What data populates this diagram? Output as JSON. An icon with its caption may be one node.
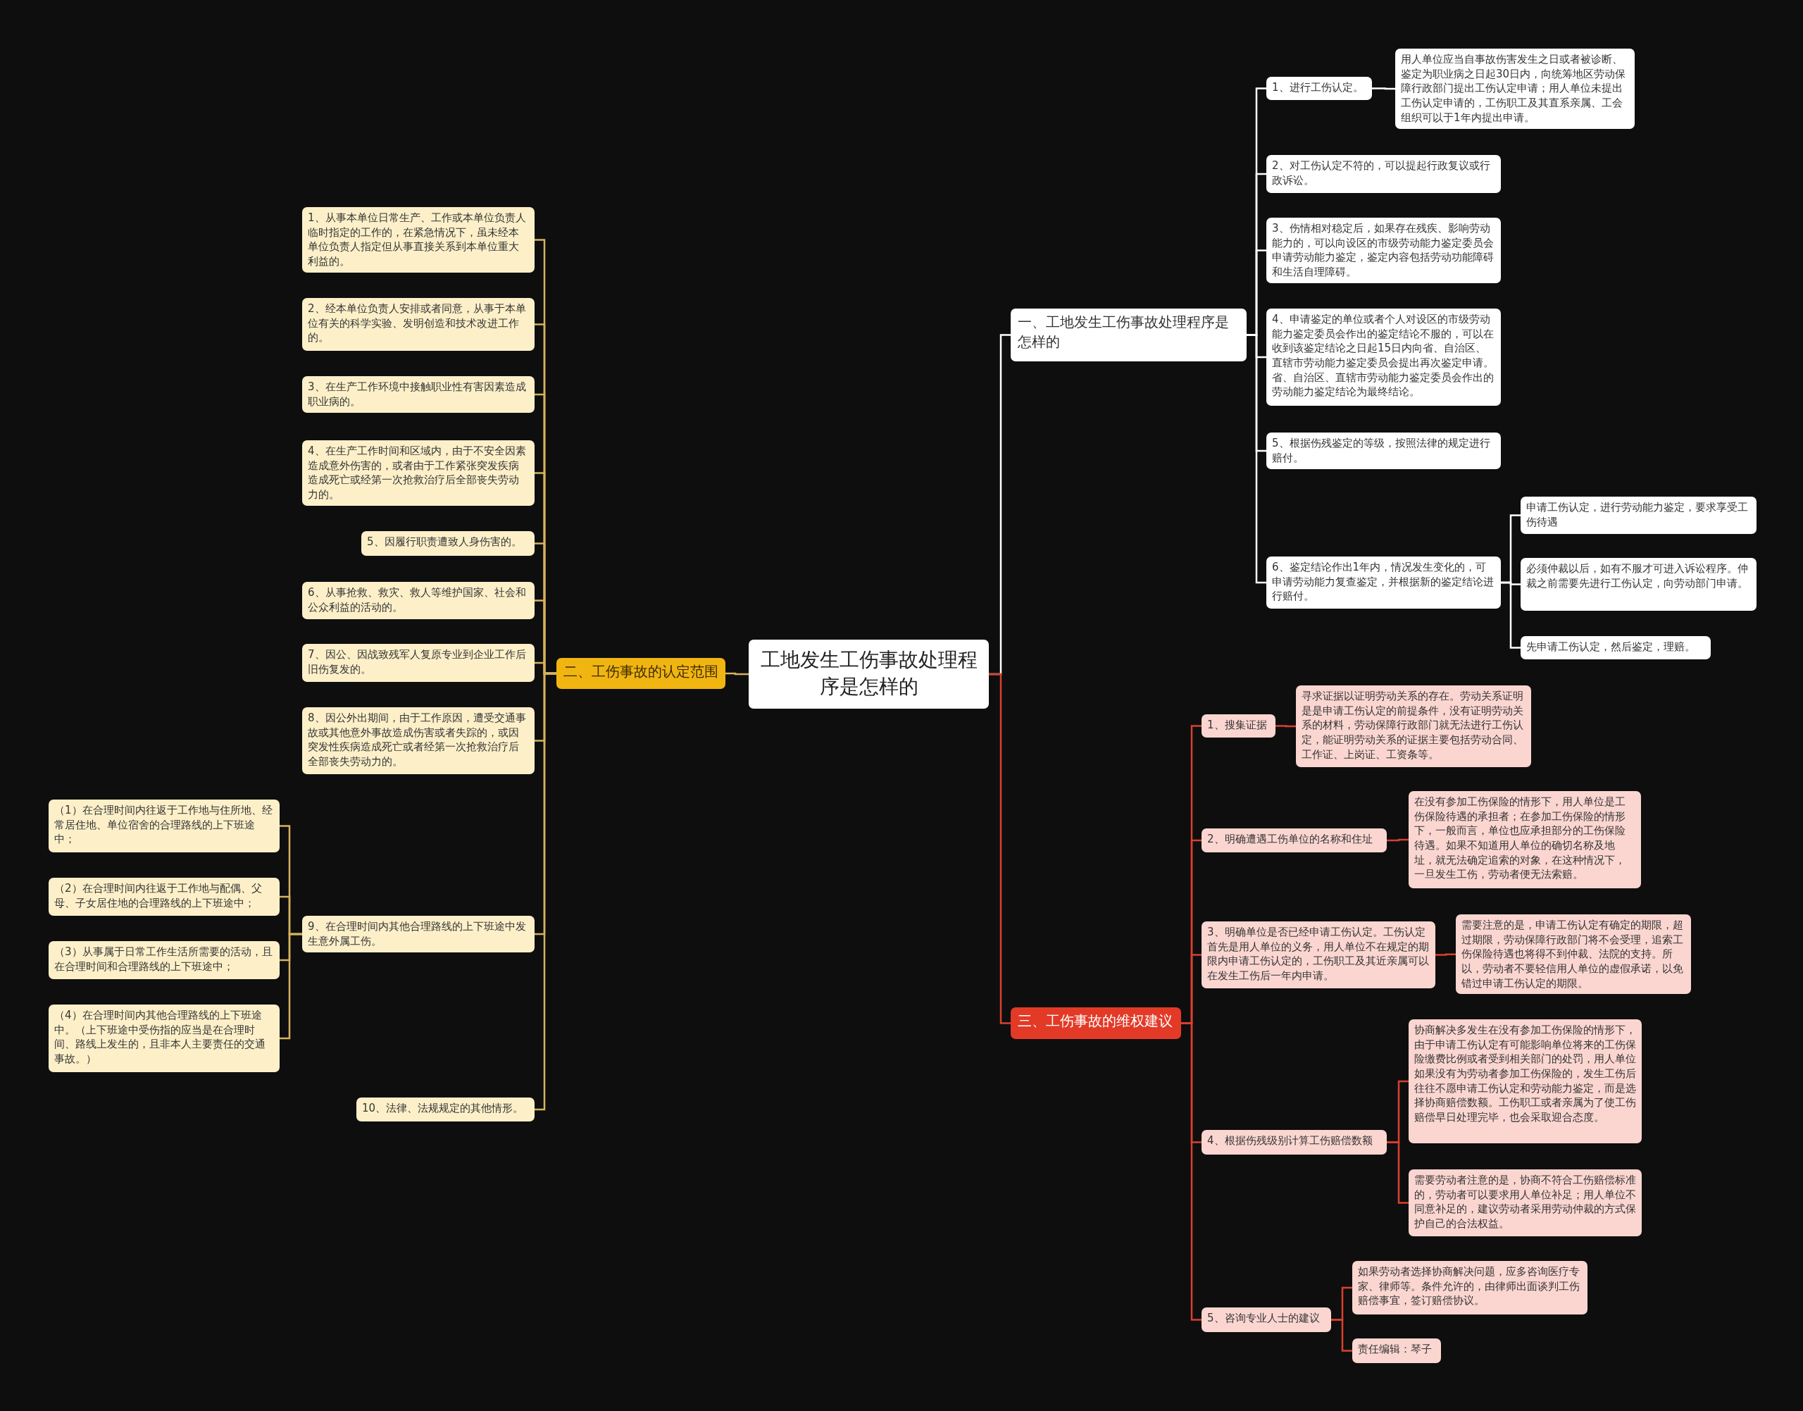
{
  "diagram": {
    "nodes": [
      {
        "text": [
          "工地发生工伤事故处理程序是怎样的"
        ]
      },
      {
        "text": [
          "一、工地发生工伤事故处理程序是怎样的"
        ]
      },
      {
        "text": [
          "1、进行工伤认定。"
        ]
      },
      {
        "text": [
          "用人单位应当自事故伤害发生之日或者被诊断、鉴定为职业病之日起30日内，向统筹地区劳动保障行政部门提出工伤认定申请；用人单位未提出工伤认定申请的，工伤职工及其直系亲属、工会组织可以于1年内提出申请。"
        ]
      },
      {
        "text": [
          "2、对工伤认定不符的，可以提起行政复议或行政诉讼。"
        ]
      },
      {
        "text": [
          "3、伤情相对稳定后，如果存在残疾、影响劳动能力的，可以向设区的市级劳动能力鉴定委员会申请劳动能力鉴定，鉴定内容包括劳动功能障碍和生活自理障碍。"
        ]
      },
      {
        "text": [
          "4、申请鉴定的单位或者个人对设区的市级劳动能力鉴定委员会作出的鉴定结论不服的，可以在收到该鉴定结论之日起15日内向省、自治区、直辖市劳动能力鉴定委员会提出再次鉴定申请。省、自治区、直辖市劳动能力鉴定委员会作出的劳动能力鉴定结论为最终结论。"
        ]
      },
      {
        "text": [
          "5、根据伤残鉴定的等级，按照法律的规定进行赔付。"
        ]
      },
      {
        "text": [
          "6、鉴定结论作出1年内，情况发生变化的，可申请劳动能力复查鉴定，并根据新的鉴定结论进行赔付。"
        ]
      },
      {
        "text": [
          "申请工伤认定，进行劳动能力鉴定，要求享受工伤待遇"
        ]
      },
      {
        "text": [
          "必须仲裁以后，如有不服才可进入诉讼程序。仲裁之前需要先进行工伤认定，向劳动部门申请。"
        ]
      },
      {
        "text": [
          "先申请工伤认定，然后鉴定，理赔。"
        ]
      },
      {
        "text": [
          "二、工伤事故的认定范围"
        ]
      },
      {
        "text": [
          "1、从事本单位日常生产、工作或本单位负责人临时指定的工作的，在紧急情况下，虽未经本单位负责人指定但从事直接关系到本单位重大利益的。"
        ]
      },
      {
        "text": [
          "2、经本单位负责人安排或者同意，从事于本单位有关的科学实验、发明创造和技术改进工作的。"
        ]
      },
      {
        "text": [
          "3、在生产工作环境中接触职业性有害因素造成职业病的。"
        ]
      },
      {
        "text": [
          "4、在生产工作时间和区域内，由于不安全因素造成意外伤害的，或者由于工作紧张突发疾病造成死亡或经第一次抢救治疗后全部丧失劳动力的。"
        ]
      },
      {
        "text": [
          "5、因履行职责遭致人身伤害的。"
        ]
      },
      {
        "text": [
          "6、从事抢救、救灾、救人等维护国家、社会和公众利益的活动的。"
        ]
      },
      {
        "text": [
          "7、因公、因战致残军人复原专业到企业工作后旧伤复发的。"
        ]
      },
      {
        "text": [
          "8、因公外出期间，由于工作原因，遭受交通事故或其他意外事故造成伤害或者失踪的，或因突发性疾病造成死亡或者经第一次抢救治疗后全部丧失劳动力的。"
        ]
      },
      {
        "text": [
          "9、在合理时间内其他合理路线的上下班途中发生意外属工伤。"
        ]
      },
      {
        "text": [
          "（1）在合理时间内往返于工作地与住所地、经常居住地、单位宿舍的合理路线的上下班途中；"
        ]
      },
      {
        "text": [
          "（2）在合理时间内往返于工作地与配偶、父母、子女居住地的合理路线的上下班途中；"
        ]
      },
      {
        "text": [
          "（3）从事属于日常工作生活所需要的活动，且在合理时间和合理路线的上下班途中；"
        ]
      },
      {
        "text": [
          "（4）在合理时间内其他合理路线的上下班途中。（上下班途中受伤指的应当是在合理时间、路线上发生的，且非本人主要责任的交通事故。）"
        ]
      },
      {
        "text": [
          "10、法律、法规规定的其他情形。"
        ]
      },
      {
        "text": [
          "三、工伤事故的维权建议"
        ]
      },
      {
        "text": [
          "1、搜集证据"
        ]
      },
      {
        "text": [
          "寻求证据以证明劳动关系的存在。劳动关系证明是是申请工伤认定的前提条件，没有证明劳动关系的材料，劳动保障行政部门就无法进行工伤认定，能证明劳动关系的证据主要包括劳动合同、工作证、上岗证、工资条等。"
        ]
      },
      {
        "text": [
          "2、明确遭遇工伤单位的名称和住址"
        ]
      },
      {
        "text": [
          "在没有参加工伤保险的情形下，用人单位是工伤保险待遇的承担者；在参加工伤保险的情形下，一般而言，单位也应承担部分的工伤保险待遇。如果不知道用人单位的确切名称及地址，就无法确定追索的对象，在这种情况下，一旦发生工伤，劳动者便无法索赔。"
        ]
      },
      {
        "text": [
          "3、明确单位是否已经申请工伤认定。工伤认定首先是用人单位的义务，用人单位不在规定的期限内申请工伤认定的，工伤职工及其近亲属可以在发生工伤后一年内申请。"
        ]
      },
      {
        "text": [
          "需要注意的是，申请工伤认定有确定的期限，超过期限，劳动保障行政部门将不会受理，追索工伤保险待遇也将得不到仲裁、法院的支持。所以，劳动者不要轻信用人单位的虚假承诺，以免错过申请工伤认定的期限。"
        ]
      },
      {
        "text": [
          "4、根据伤残级别计算工伤赔偿数额"
        ]
      },
      {
        "text": [
          "协商解决多发生在没有参加工伤保险的情形下，由于申请工伤认定有可能影响单位将来的工伤保险缴费比例或者受到相关部门的处罚，用人单位如果没有为劳动者参加工伤保险的，发生工伤后往往不愿申请工伤认定和劳动能力鉴定，而是选择协商赔偿数额。工伤职工或者亲属为了使工伤赔偿早日处理完毕，也会采取迎合态度。"
        ]
      },
      {
        "text": [
          "需要劳动者注意的是，协商不符合工伤赔偿标准的，劳动者可以要求用人单位补足；用人单位不同意补足的，建议劳动者采用劳动仲裁的方式保护自己的合法权益。"
        ]
      },
      {
        "text": [
          "5、咨询专业人士的建议"
        ]
      },
      {
        "text": [
          "如果劳动者选择协商解决问题，应多咨询医疗专家、律师等。条件允许的，由律师出面谈判工伤赔偿事宜，签订赔偿协议。"
        ]
      },
      {
        "text": [
          "责任编辑：琴子"
        ]
      }
    ],
    "edges": [
      {
        "from": 0,
        "to": 1,
        "arrow": "none",
        "color": "#ffffff"
      },
      {
        "from": 1,
        "to": 2,
        "arrow": "none",
        "color": "#ffffff"
      },
      {
        "from": 2,
        "to": 3,
        "arrow": "none",
        "color": "#ffffff"
      },
      {
        "from": 1,
        "to": 4,
        "arrow": "none",
        "color": "#ffffff"
      },
      {
        "from": 1,
        "to": 5,
        "arrow": "none",
        "color": "#ffffff"
      },
      {
        "from": 1,
        "to": 6,
        "arrow": "none",
        "color": "#ffffff"
      },
      {
        "from": 1,
        "to": 7,
        "arrow": "none",
        "color": "#ffffff"
      },
      {
        "from": 1,
        "to": 8,
        "arrow": "none",
        "color": "#ffffff"
      },
      {
        "from": 8,
        "to": 9,
        "arrow": "none",
        "color": "#ffffff"
      },
      {
        "from": 8,
        "to": 10,
        "arrow": "none",
        "color": "#ffffff"
      },
      {
        "from": 8,
        "to": 11,
        "arrow": "none",
        "color": "#ffffff"
      },
      {
        "from": 0,
        "to": 12,
        "arrow": "none"
      },
      {
        "from": 12,
        "to": 13,
        "arrow": "none"
      },
      {
        "from": 12,
        "to": 14,
        "arrow": "none"
      },
      {
        "from": 12,
        "to": 15,
        "arrow": "none"
      },
      {
        "from": 12,
        "to": 16,
        "arrow": "none"
      },
      {
        "from": 12,
        "to": 17,
        "arrow": "none"
      },
      {
        "from": 12,
        "to": 18,
        "arrow": "none"
      },
      {
        "from": 12,
        "to": 19,
        "arrow": "none"
      },
      {
        "from": 12,
        "to": 20,
        "arrow": "none"
      },
      {
        "from": 12,
        "to": 21,
        "arrow": "none"
      },
      {
        "from": 21,
        "to": 22,
        "arrow": "none"
      },
      {
        "from": 21,
        "to": 23,
        "arrow": "none"
      },
      {
        "from": 21,
        "to": 24,
        "arrow": "none"
      },
      {
        "from": 21,
        "to": 25,
        "arrow": "none"
      },
      {
        "from": 12,
        "to": 26,
        "arrow": "none"
      },
      {
        "from": 0,
        "to": 27,
        "arrow": "none",
        "color": "#d9412f"
      },
      {
        "from": 27,
        "to": 28,
        "arrow": "none",
        "color": "#d9412f"
      },
      {
        "from": 28,
        "to": 29,
        "arrow": "none",
        "color": "#d9412f"
      },
      {
        "from": 27,
        "to": 30,
        "arrow": "none",
        "color": "#d9412f"
      },
      {
        "from": 30,
        "to": 31,
        "arrow": "none",
        "color": "#d9412f"
      },
      {
        "from": 27,
        "to": 32,
        "arrow": "none",
        "color": "#d9412f"
      },
      {
        "from": 32,
        "to": 33,
        "arrow": "none",
        "color": "#d9412f"
      },
      {
        "from": 27,
        "to": 34,
        "arrow": "none",
        "color": "#d9412f"
      },
      {
        "from": 34,
        "to": 35,
        "arrow": "none",
        "color": "#d9412f"
      },
      {
        "from": 34,
        "to": 36,
        "arrow": "none",
        "color": "#d9412f"
      },
      {
        "from": 27,
        "to": 37,
        "arrow": "none",
        "color": "#d9412f"
      },
      {
        "from": 37,
        "to": 38,
        "arrow": "none",
        "color": "#d9412f"
      },
      {
        "from": 37,
        "to": 39,
        "arrow": "none",
        "color": "#d9412f"
      }
    ]
  }
}
